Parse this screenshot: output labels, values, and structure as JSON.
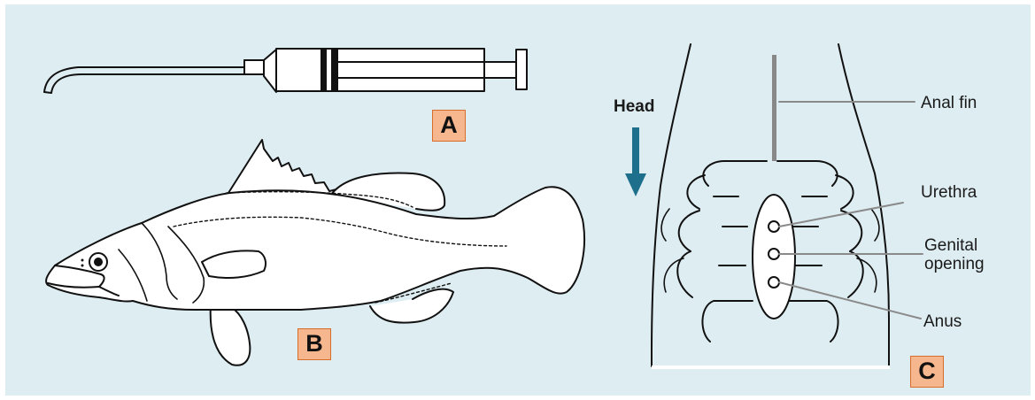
{
  "panels": {
    "a": "A",
    "b": "B",
    "c": "C"
  },
  "labels": {
    "head": "Head",
    "anal_fin": "Anal fin",
    "urethra": "Urethra",
    "genital_line1": "Genital",
    "genital_line2": "opening",
    "anus": "Anus"
  },
  "colors": {
    "background": "#deedf2",
    "label_fill": "#f7b78e",
    "label_border": "#d76d2a",
    "arrow": "#1d6f8c",
    "leader": "#8a8a8a"
  },
  "icons": {
    "syringe": "syringe-drawing",
    "fish": "barramundi-fish-drawing",
    "arrow": "down-arrow-icon"
  }
}
